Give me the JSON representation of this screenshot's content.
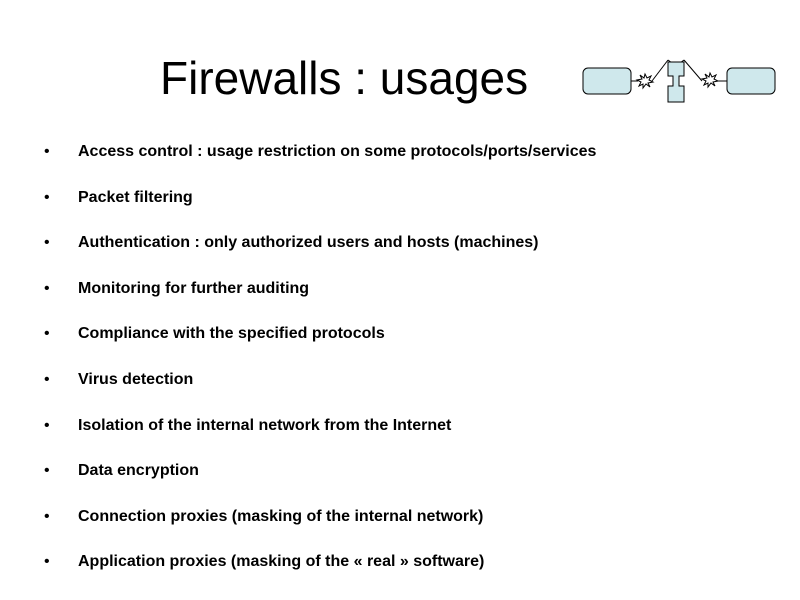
{
  "slide": {
    "title": "Firewalls : usages",
    "bullet_symbol": "•",
    "bullets": [
      "Access control : usage restriction on some protocols/ports/services",
      "Packet filtering",
      "Authentication : only authorized users and hosts (machines)",
      "Monitoring for further auditing",
      "Compliance with the specified protocols",
      "Virus detection",
      "Isolation of the internal network from the Internet",
      "Data encryption",
      "Connection proxies (masking of the internal network)",
      "Application proxies (masking of the « real » software)"
    ]
  },
  "diagram": {
    "icon": "firewall-network-icon",
    "node_fill": "#cfe8ec",
    "wall_fill": "#cfe8ec",
    "line_color": "#000000"
  }
}
